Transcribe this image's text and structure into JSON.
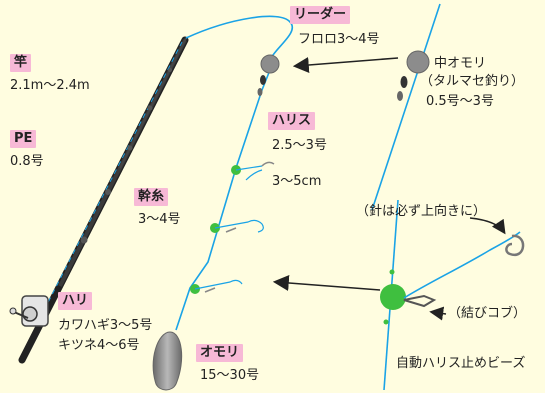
{
  "rod": {
    "title": "竿",
    "value": "2.1m〜2.4m"
  },
  "main_line": {
    "title": "PE",
    "value": "0.8号"
  },
  "leader": {
    "title": "リーダー",
    "value": "フロロ3〜4号"
  },
  "middle_sinker": {
    "line1": "中オモリ",
    "line2": "（タルマセ釣り）",
    "line3": "0.5号〜3号"
  },
  "harisu": {
    "title": "ハリス",
    "value": "2.5〜3号",
    "length": "3〜5cm"
  },
  "mikiito": {
    "title": "幹糸",
    "value": "3〜4号"
  },
  "hook": {
    "title": "ハリ",
    "line1": "カワハギ3〜5号",
    "line2": "キツネ4〜6号"
  },
  "sinker": {
    "title": "オモリ",
    "value": "15〜30号"
  },
  "detail": {
    "hook_note": "（針は必ず上向きに）",
    "knot_note": "（結びコブ）",
    "bead_label": "自動ハリス止めビーズ"
  },
  "colors": {
    "background": "#fffde0",
    "line": "#1aa3e6",
    "tag": "#f7b9d6",
    "bead": "#3fbf3f",
    "sinker": "#8c8c8c",
    "rod": "#333333"
  }
}
